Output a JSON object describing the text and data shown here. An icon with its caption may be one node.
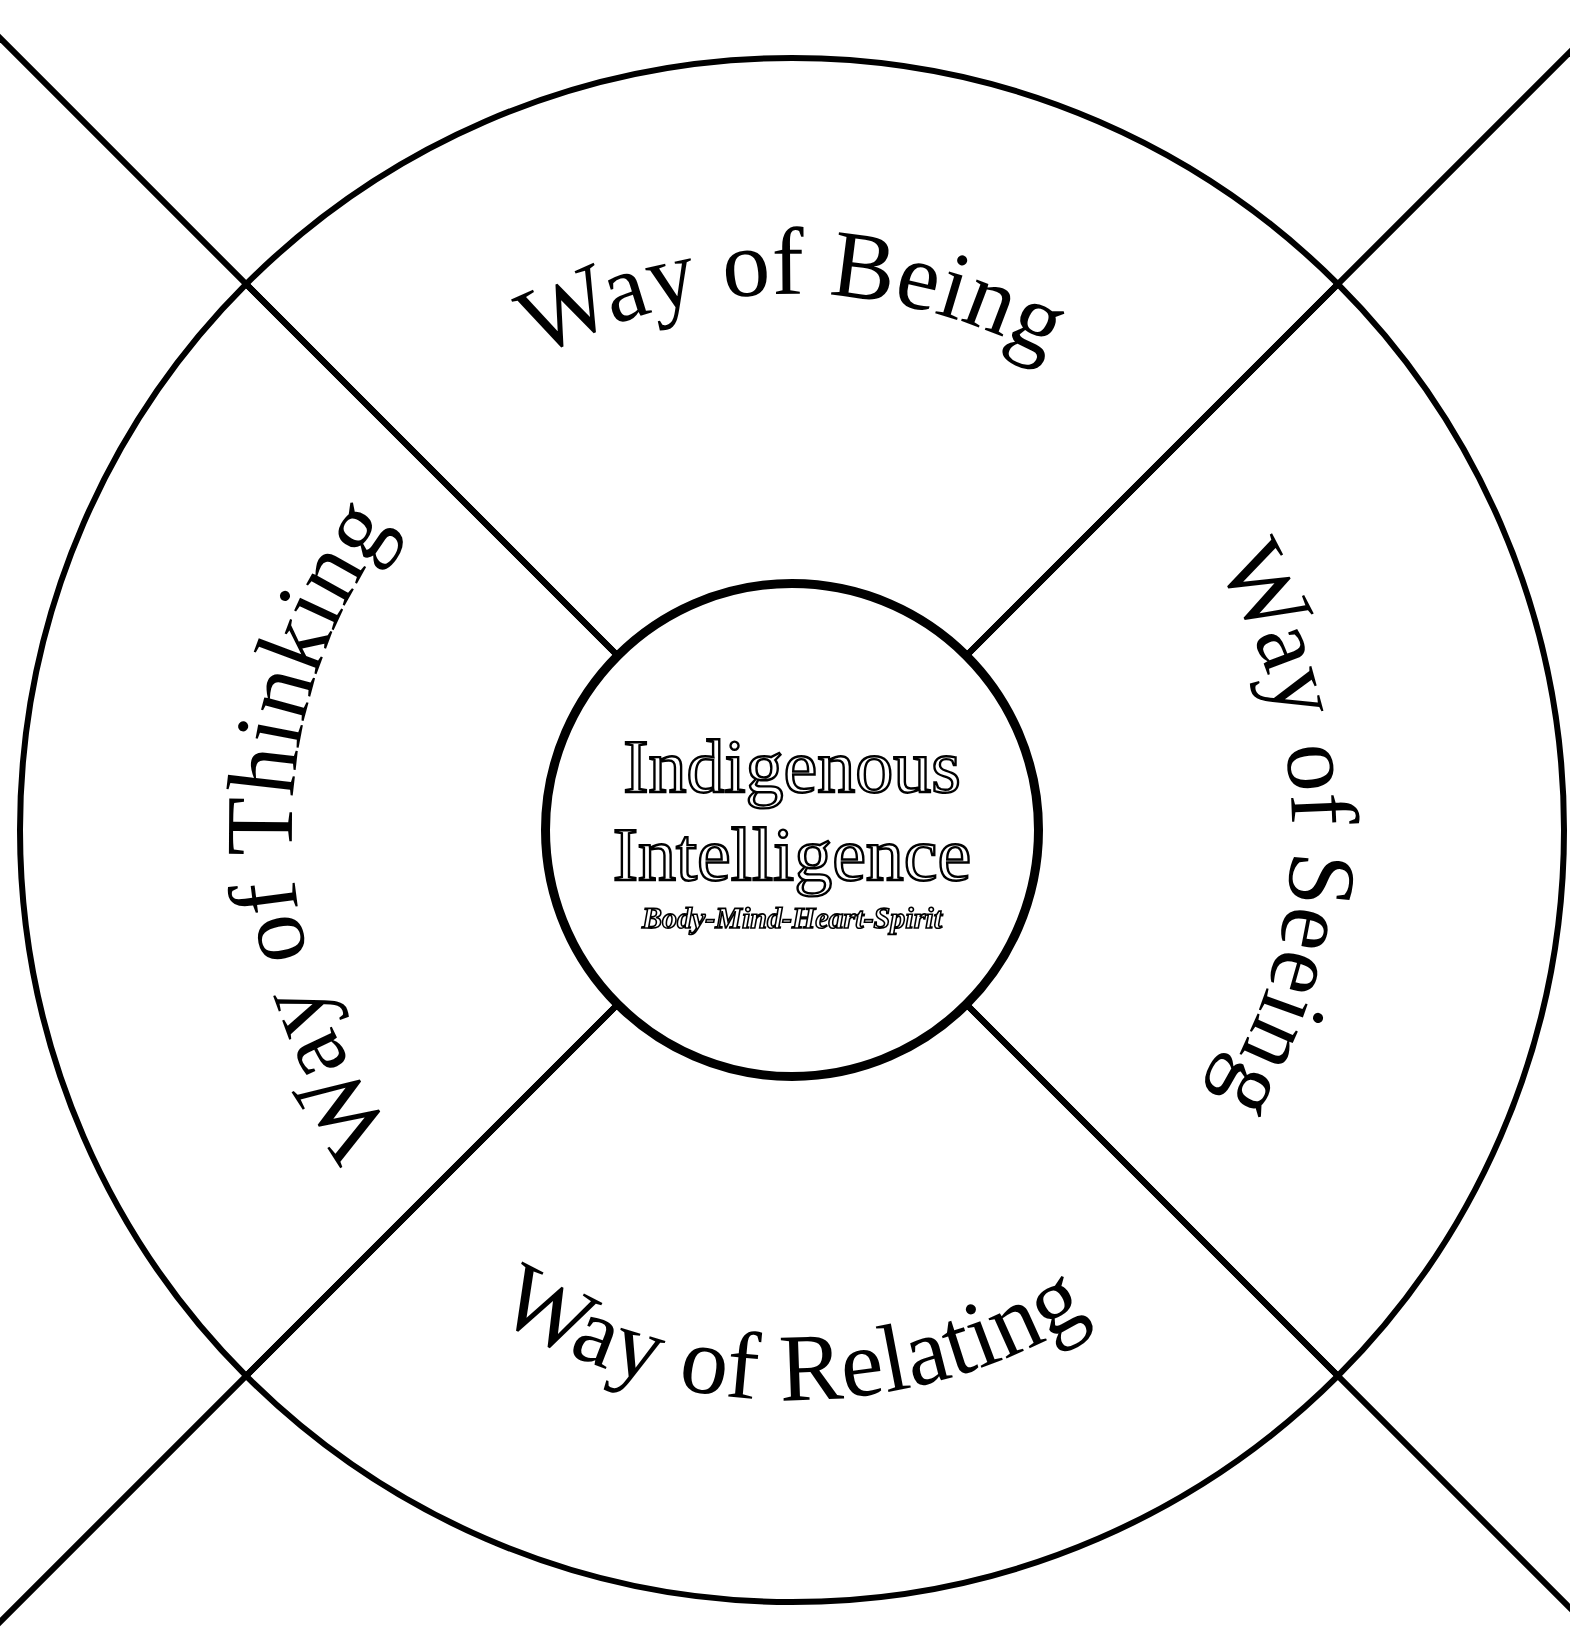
{
  "diagram": {
    "nodes": [
      {
        "text": [
          "Way of Being"
        ]
      },
      {
        "text": [
          "Way of Thinking"
        ]
      },
      {
        "text": [
          "Way of Seeing"
        ]
      },
      {
        "text": [
          "Way of Relating"
        ]
      },
      {
        "text": [
          "Indigenous Intelligence",
          "Body-Mind-Heart-Spirit"
        ]
      }
    ]
  }
}
